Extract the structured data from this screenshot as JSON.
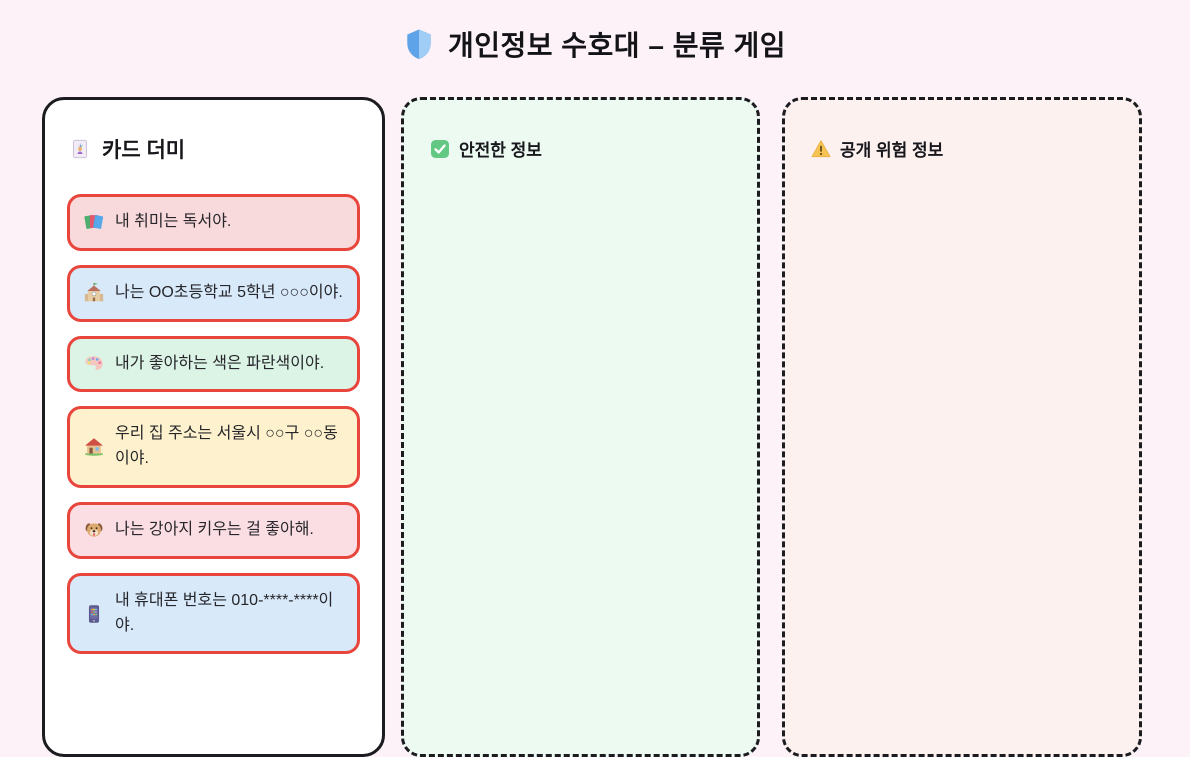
{
  "page": {
    "title": "개인정보 수호대 – 분류 게임",
    "background_color": "#fdf2f8"
  },
  "deck": {
    "title": "카드 더미",
    "card_border_color": "#e8463c",
    "cards": [
      {
        "icon": "books-icon",
        "text": "내 취미는 독서야.",
        "bg": "#f9dadc"
      },
      {
        "icon": "school-icon",
        "text": "나는 OO초등학교 5학년 ○○○이야.",
        "bg": "#d8e9fa"
      },
      {
        "icon": "palette-icon",
        "text": "내가 좋아하는 색은 파란색이야.",
        "bg": "#dcf4e6"
      },
      {
        "icon": "house-icon",
        "text": "우리 집 주소는 서울시 ○○구 ○○동이야.",
        "bg": "#fdf2cd"
      },
      {
        "icon": "dog-icon",
        "text": "나는 강아지 키우는 걸 좋아해.",
        "bg": "#fbdee3"
      },
      {
        "icon": "mobile-phone-icon",
        "text": "내 휴대폰 번호는 010-****-****이야.",
        "bg": "#d8e9fa"
      }
    ]
  },
  "zones": {
    "safe": {
      "title": "안전한 정보",
      "bg": "#ecfaf2",
      "icon": "check-icon"
    },
    "risk": {
      "title": "공개 위험 정보",
      "bg": "#fdf1f0",
      "icon": "warning-icon"
    }
  }
}
